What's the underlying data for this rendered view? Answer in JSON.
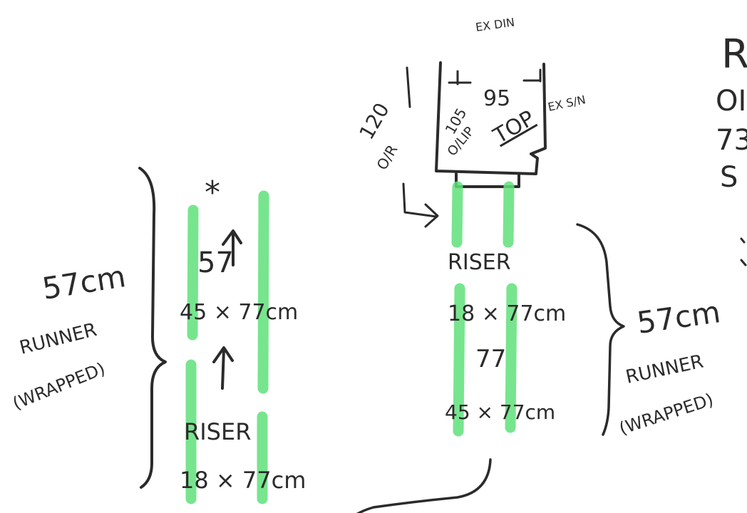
{
  "left_stair": {
    "runner_length": "57cm",
    "runner_word": "RUNNER",
    "runner_note": "(WRAPPED)",
    "asterisk": "*",
    "step_number": "57",
    "tread_dims": "45 × 77cm",
    "riser_word": "RISER",
    "riser_dims": "18 × 77cm"
  },
  "right_stair": {
    "ex_din": "EX DIN",
    "dim_95": "95",
    "ex_sn": "EX S/N",
    "dim_120": "120",
    "dim_or": "O/R",
    "dim_105": "105",
    "o_lip": "O/LIP",
    "top_label": "TOP",
    "riser_word": "RISER",
    "riser_dims": "18 × 77cm",
    "step_number": "77",
    "tread_dims": "45 × 77cm",
    "runner_length": "57cm",
    "runner_word": "RUNNER",
    "runner_note": "(WRAPPED)"
  },
  "edge_notes": {
    "line1": "R",
    "line2": "OI",
    "line3": "73",
    "line4": "S"
  }
}
